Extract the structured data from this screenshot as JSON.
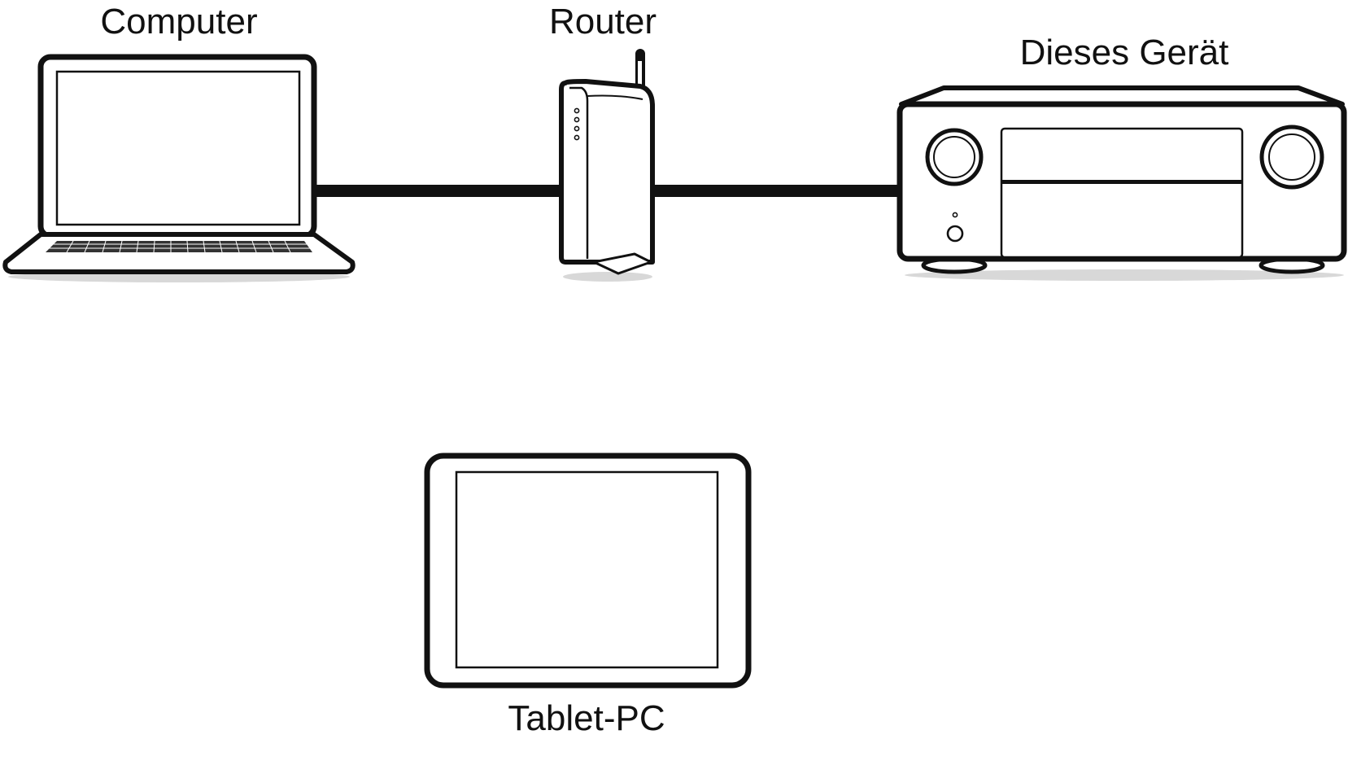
{
  "diagram": {
    "nodes": {
      "computer": {
        "label": "Computer",
        "icon": "laptop-icon"
      },
      "router": {
        "label": "Router",
        "icon": "router-icon"
      },
      "device": {
        "label": "Dieses Gerät",
        "icon": "av-receiver-icon"
      },
      "tablet": {
        "label": "Tablet-PC",
        "icon": "tablet-icon"
      }
    },
    "connections": [
      {
        "from": "Computer",
        "to": "Router",
        "type": "wired"
      },
      {
        "from": "Router",
        "to": "Dieses Gerät",
        "type": "wired"
      }
    ],
    "colors": {
      "stroke": "#111111",
      "background": "#ffffff",
      "shadow": "#d8d8d8"
    }
  }
}
